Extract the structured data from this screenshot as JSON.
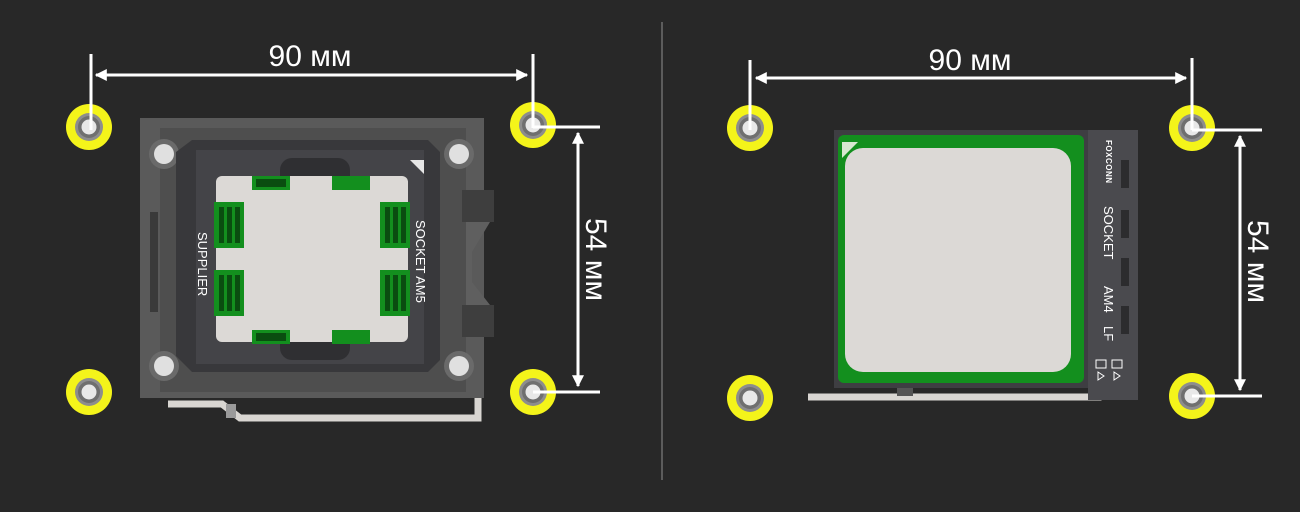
{
  "am5": {
    "width_label": "90 мм",
    "height_label": "54 мм",
    "supplier_label": "SUPPLIER",
    "socket_label": "SOCKET AM5"
  },
  "am4": {
    "width_label": "90 мм",
    "height_label": "54 мм",
    "brand_label": "FOXCONN",
    "socket_label": "SOCKET",
    "model_label": "AM4",
    "lf_label": "LF"
  },
  "colors": {
    "background": "#282828",
    "mount_hole": "#f4f41a",
    "socket_frame": "#5a5a5a",
    "socket_dark": "#3a3a3d",
    "cpu_green": "#138f1e",
    "cpu_die": "#dcd9d6",
    "lever": "#d9d6d2",
    "dimension_line": "#ffffff"
  }
}
